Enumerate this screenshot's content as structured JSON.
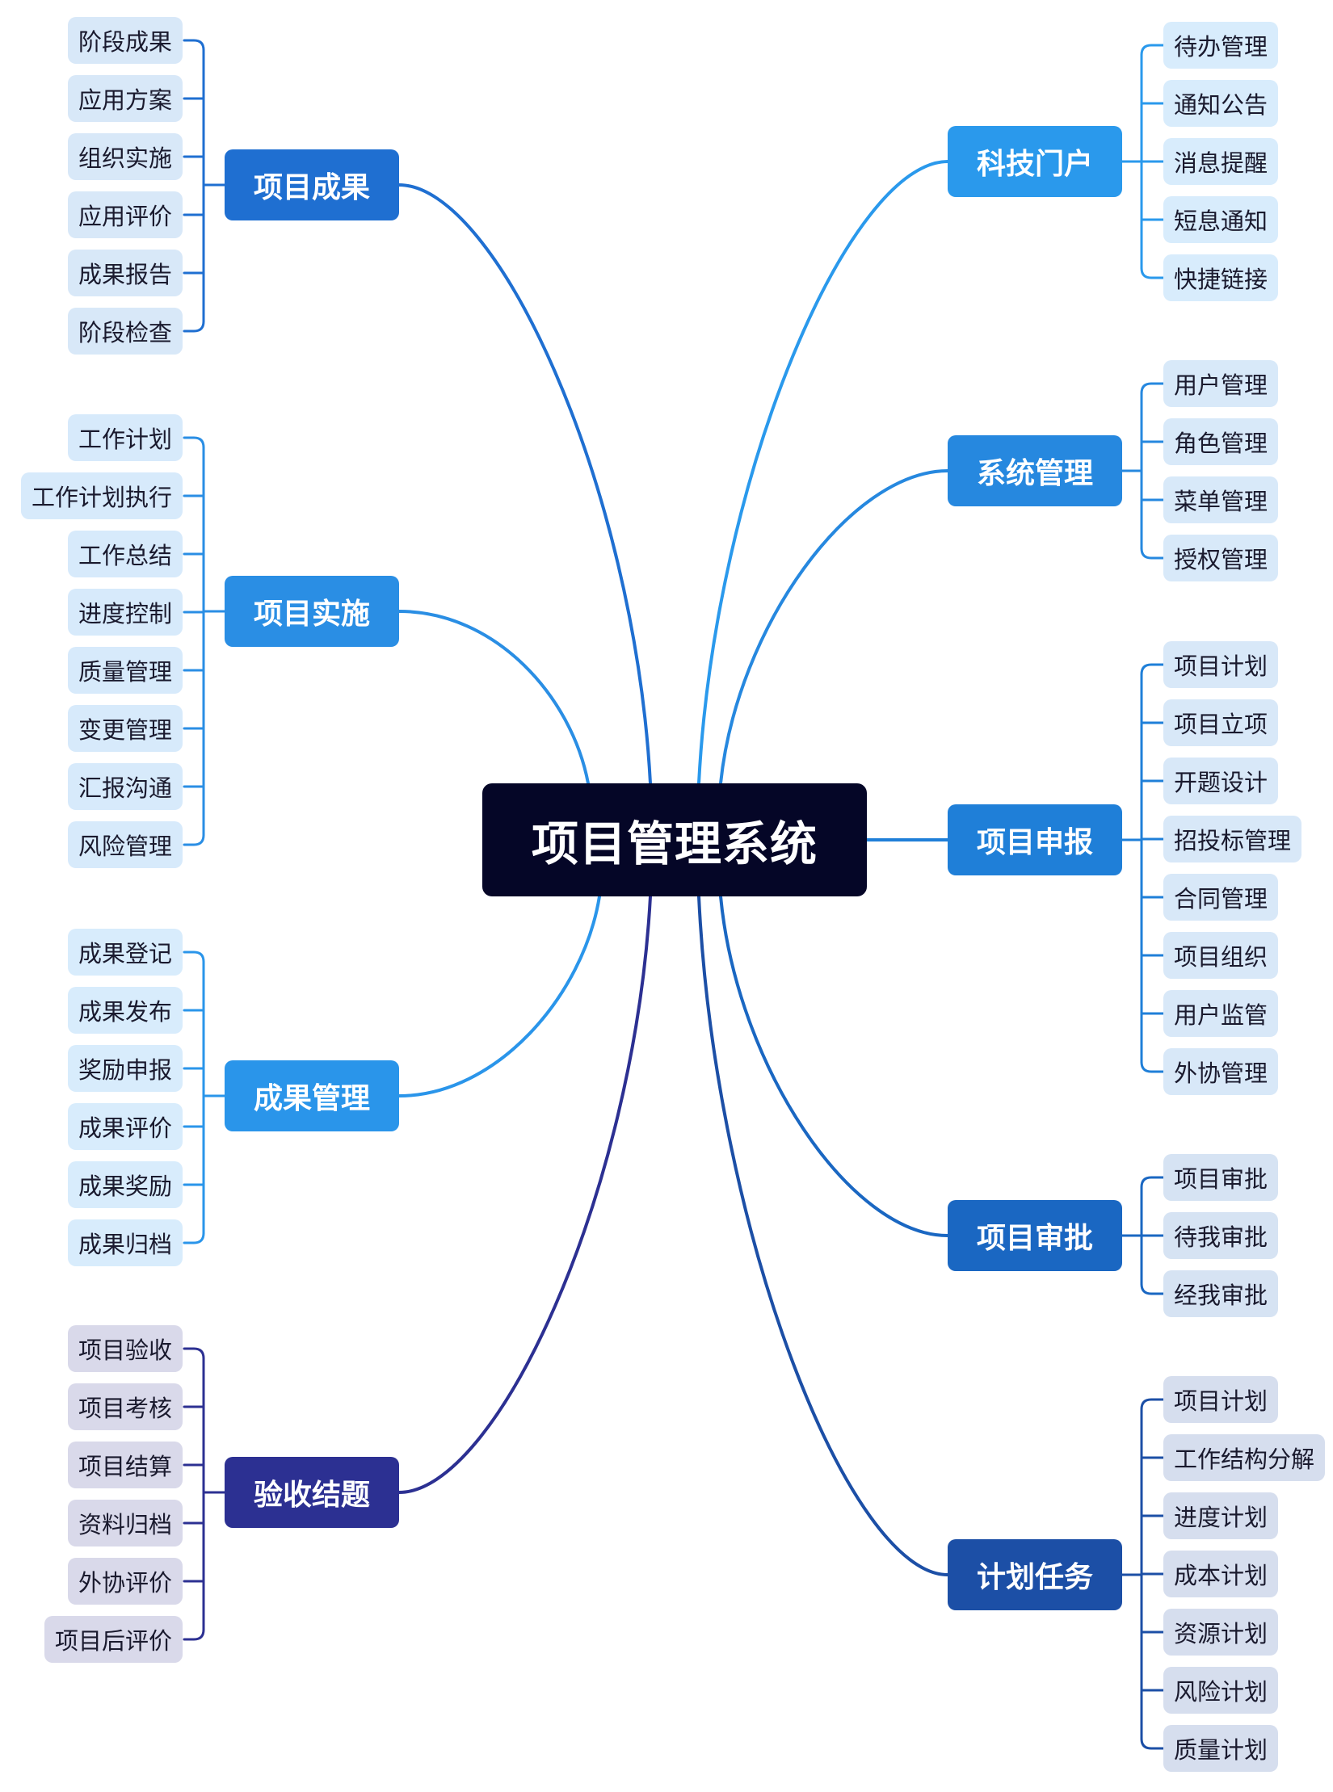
{
  "root": {
    "label": "项目管理系统",
    "color": "#050627"
  },
  "left_branches": [
    {
      "label": "项目成果",
      "color": "#1f6fd1",
      "leaf_bg": "#d8e8f8",
      "items": [
        "阶段成果",
        "应用方案",
        "组织实施",
        "应用评价",
        "成果报告",
        "阶段检查"
      ]
    },
    {
      "label": "项目实施",
      "color": "#2a8ee4",
      "leaf_bg": "#d7eafb",
      "items": [
        "工作计划",
        "工作计划执行",
        "工作总结",
        "进度控制",
        "质量管理",
        "变更管理",
        "汇报沟通",
        "风险管理"
      ]
    },
    {
      "label": "成果管理",
      "color": "#2a95ea",
      "leaf_bg": "#d8ecfc",
      "items": [
        "成果登记",
        "成果发布",
        "奖励申报",
        "成果评价",
        "成果奖励",
        "成果归档"
      ]
    },
    {
      "label": "验收结题",
      "color": "#2c3092",
      "leaf_bg": "#d9d9ea",
      "items": [
        "项目验收",
        "项目考核",
        "项目结算",
        "资料归档",
        "外协评价",
        "项目后评价"
      ]
    }
  ],
  "right_branches": [
    {
      "label": "科技门户",
      "color": "#2a99ec",
      "leaf_bg": "#d8ecfc",
      "items": [
        "待办管理",
        "通知公告",
        "消息提醒",
        "短息通知",
        "快捷链接"
      ]
    },
    {
      "label": "系统管理",
      "color": "#2688df",
      "leaf_bg": "#d8e9f9",
      "items": [
        "用户管理",
        "角色管理",
        "菜单管理",
        "授权管理"
      ]
    },
    {
      "label": "项目申报",
      "color": "#1f7fd8",
      "leaf_bg": "#d8e8f8",
      "items": [
        "项目计划",
        "项目立项",
        "开题设计",
        "招投标管理",
        "合同管理",
        "项目组织",
        "用户监管",
        "外协管理"
      ]
    },
    {
      "label": "项目审批",
      "color": "#1a67c2",
      "leaf_bg": "#d6e3f3",
      "items": [
        "项目审批",
        "待我审批",
        "经我审批"
      ]
    },
    {
      "label": "计划任务",
      "color": "#1c4fa6",
      "leaf_bg": "#d6deee",
      "items": [
        "项目计划",
        "工作结构分解",
        "进度计划",
        "成本计划",
        "资源计划",
        "风险计划",
        "质量计划"
      ]
    }
  ]
}
